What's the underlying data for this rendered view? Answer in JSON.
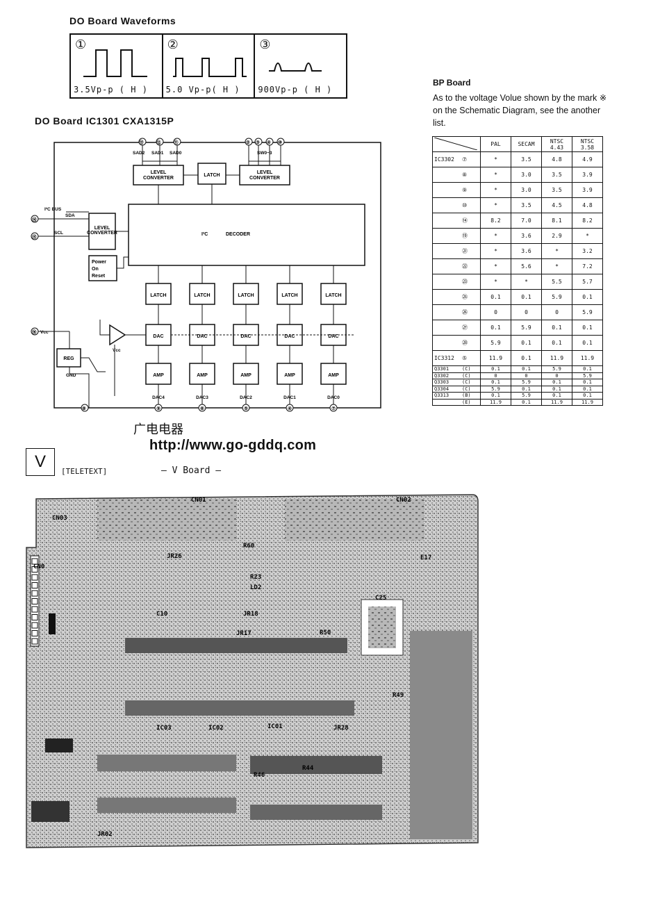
{
  "do_waveforms": {
    "title": "DO  Board  Waveforms",
    "panels": [
      {
        "number": "①",
        "caption": "3.5Vp-p ( H )"
      },
      {
        "number": "②",
        "caption": "5.0 Vp-p( H )"
      },
      {
        "number": "③",
        "caption": "900Vp-p ( H )"
      }
    ]
  },
  "do_ic": {
    "title": "DO  Board  IC1301  CXA1315P",
    "top_pins": [
      "⑬",
      "⑫",
      "⑪"
    ],
    "top_pin_labels": [
      "SAD2",
      "SAD1",
      "SAD0"
    ],
    "right_top_pins": [
      "②",
      "③",
      "④",
      "⑩"
    ],
    "right_top_label": "SW0~3",
    "level_converter": "LEVEL CONVERTER",
    "latch": "LATCH",
    "decoder_prefix": "I²C",
    "decoder": "DECODER",
    "i2c_bus": "I²C BUS",
    "sda_pin": "⑭",
    "sda": "SDA",
    "scl_pin": "⑮",
    "scl": "SCL",
    "power_on_reset": [
      "Power",
      "On",
      "Reset"
    ],
    "vcc_pin": "⑯",
    "vcc": "Vcc",
    "vcc_small": "Vcc",
    "reg": "REG",
    "gnd": "GND",
    "dac": "DAC",
    "amp": "AMP",
    "bottom_pin_gnd": "⑧",
    "bottom_pins": [
      "⑨",
      "⑥",
      "⑤",
      "④",
      "⑦"
    ],
    "bottom_labels": [
      "DAC4",
      "DAC3",
      "DAC2",
      "DAC1",
      "DAC0"
    ]
  },
  "bp_board": {
    "title": "BP  Board",
    "note": "As to the voltage Volue shown by the mark ※ on the Schematic Diagram, see the another list.",
    "columns": [
      "PAL",
      "SECAM",
      "NTSC 4.43",
      "NTSC 3.58"
    ],
    "rows": [
      {
        "ic": "IC3302",
        "pin": "⑦",
        "v": [
          "*",
          "3.5",
          "4.8",
          "4.9"
        ]
      },
      {
        "ic": "",
        "pin": "⑧",
        "v": [
          "*",
          "3.0",
          "3.5",
          "3.9"
        ]
      },
      {
        "ic": "",
        "pin": "⑨",
        "v": [
          "*",
          "3.0",
          "3.5",
          "3.9"
        ]
      },
      {
        "ic": "",
        "pin": "⑩",
        "v": [
          "*",
          "3.5",
          "4.5",
          "4.8"
        ]
      },
      {
        "ic": "",
        "pin": "⑭",
        "v": [
          "8.2",
          "7.0",
          "8.1",
          "8.2"
        ]
      },
      {
        "ic": "",
        "pin": "⑲",
        "v": [
          "*",
          "3.6",
          "2.9",
          "*"
        ]
      },
      {
        "ic": "",
        "pin": "㉑",
        "v": [
          "*",
          "3.6",
          "*",
          "3.2"
        ]
      },
      {
        "ic": "",
        "pin": "㉒",
        "v": [
          "*",
          "5.6",
          "*",
          "7.2"
        ]
      },
      {
        "ic": "",
        "pin": "㉓",
        "v": [
          "*",
          "*",
          "5.5",
          "5.7"
        ]
      },
      {
        "ic": "",
        "pin": "㉕",
        "v": [
          "0.1",
          "0.1",
          "5.9",
          "0.1"
        ]
      },
      {
        "ic": "",
        "pin": "㉖",
        "v": [
          "0",
          "0",
          "0",
          "5.9"
        ]
      },
      {
        "ic": "",
        "pin": "㉗",
        "v": [
          "0.1",
          "5.9",
          "0.1",
          "0.1"
        ]
      },
      {
        "ic": "",
        "pin": "㉘",
        "v": [
          "5.9",
          "0.1",
          "0.1",
          "0.1"
        ]
      },
      {
        "ic": "IC3312",
        "pin": "⑤",
        "v": [
          "11.9",
          "0.1",
          "11.9",
          "11.9"
        ]
      }
    ],
    "small_rows": [
      {
        "ic": "Q3301",
        "pin": "(C)",
        "v": [
          "0.1",
          "0.1",
          "5.9",
          "0.1"
        ]
      },
      {
        "ic": "Q3302",
        "pin": "(C)",
        "v": [
          "0",
          "0",
          "0",
          "5.9"
        ]
      },
      {
        "ic": "Q3303",
        "pin": "(C)",
        "v": [
          "0.1",
          "5.9",
          "0.1",
          "0.1"
        ]
      },
      {
        "ic": "Q3304",
        "pin": "(C)",
        "v": [
          "5.9",
          "0.1",
          "0.1",
          "0.1"
        ]
      },
      {
        "ic": "Q3313",
        "pin": "(B)",
        "v": [
          "0.1",
          "5.9",
          "0.1",
          "0.1"
        ]
      },
      {
        "ic": "",
        "pin": "(E)",
        "v": [
          "11.9",
          "0.1",
          "11.9",
          "11.9"
        ]
      }
    ]
  },
  "watermark": {
    "cn": "广电电器",
    "url": "http://www.go-gddq.com"
  },
  "v_section": {
    "letter": "V",
    "teletext": "[TELETEXT]",
    "board_label": "— V  Board —"
  },
  "pcb": {
    "labels": [
      "CN01",
      "CN02",
      "CN03",
      "IC01",
      "IC02",
      "IC03",
      "CN0",
      "C25",
      "R49",
      "LD2",
      "JR18",
      "JR17",
      "JR26",
      "JR28",
      "JR02",
      "R60",
      "R23",
      "R50",
      "R46",
      "R44",
      "C10",
      "E17"
    ]
  }
}
